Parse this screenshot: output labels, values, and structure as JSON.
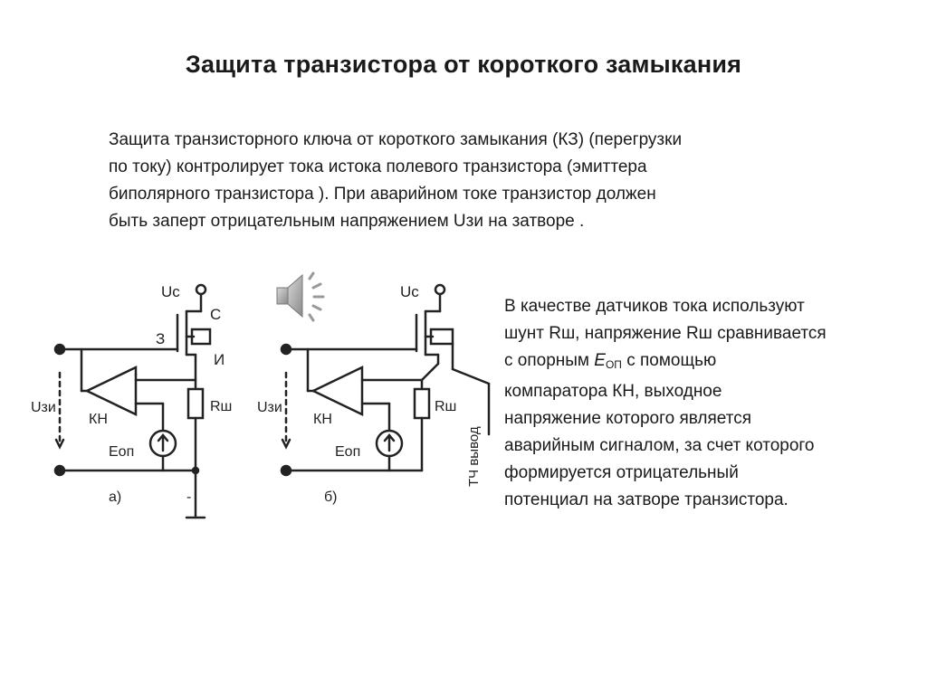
{
  "slide": {
    "title": "Защита транзистора от короткого замыкания",
    "intro_lines": [
      "Защита транзисторного ключа от короткого замыкания (КЗ) (перегрузки",
      "по току) контролирует тока истока полевого  транзистора (эмиттера",
      "биполярного транзистора ). При аварийном токе транзистор должен",
      "быть заперт отрицательным напряжением  Uзи на затворе ."
    ],
    "side_lines": [
      "В качестве датчиков тока используют",
      "шунт Rш, напряжение Rш сравнивается",
      "с опорным ",
      "компаратора КН, выходное",
      "напряжение которого является",
      "аварийным сигналом, за счет которого",
      "формируется  отрицательный",
      "потенциал на затворе транзистора."
    ],
    "side_eop_symbol": "E",
    "side_eop_sub": "ОП",
    "side_eop_tail": " с помощью"
  },
  "circuit_a": {
    "uc": "Uc",
    "drain": "С",
    "gate": "З",
    "source": "И",
    "uzi": "Uзи",
    "kn": "КН",
    "eop": "Eоп",
    "rsh": "Rш",
    "caption": "а)",
    "minus": "-"
  },
  "circuit_b": {
    "uc": "Uc",
    "uzi": "Uзи",
    "kn": "КН",
    "eop": "Eоп",
    "rsh": "Rш",
    "output": "ТЧ вывод",
    "caption": "б)"
  },
  "icons": {
    "speaker": "speaker-icon"
  }
}
